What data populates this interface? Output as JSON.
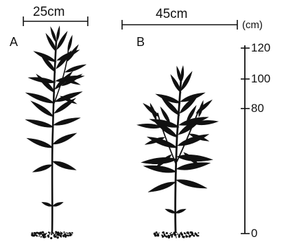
{
  "figure": {
    "plant_a": {
      "label": "A",
      "width_label": "25cm"
    },
    "plant_b": {
      "label": "B",
      "width_label": "45cm"
    },
    "scale": {
      "unit": "(cm)",
      "ticks": [
        "120",
        "100",
        "80",
        "0"
      ]
    }
  },
  "colors": {
    "ink": "#111111",
    "background": "#ffffff"
  }
}
